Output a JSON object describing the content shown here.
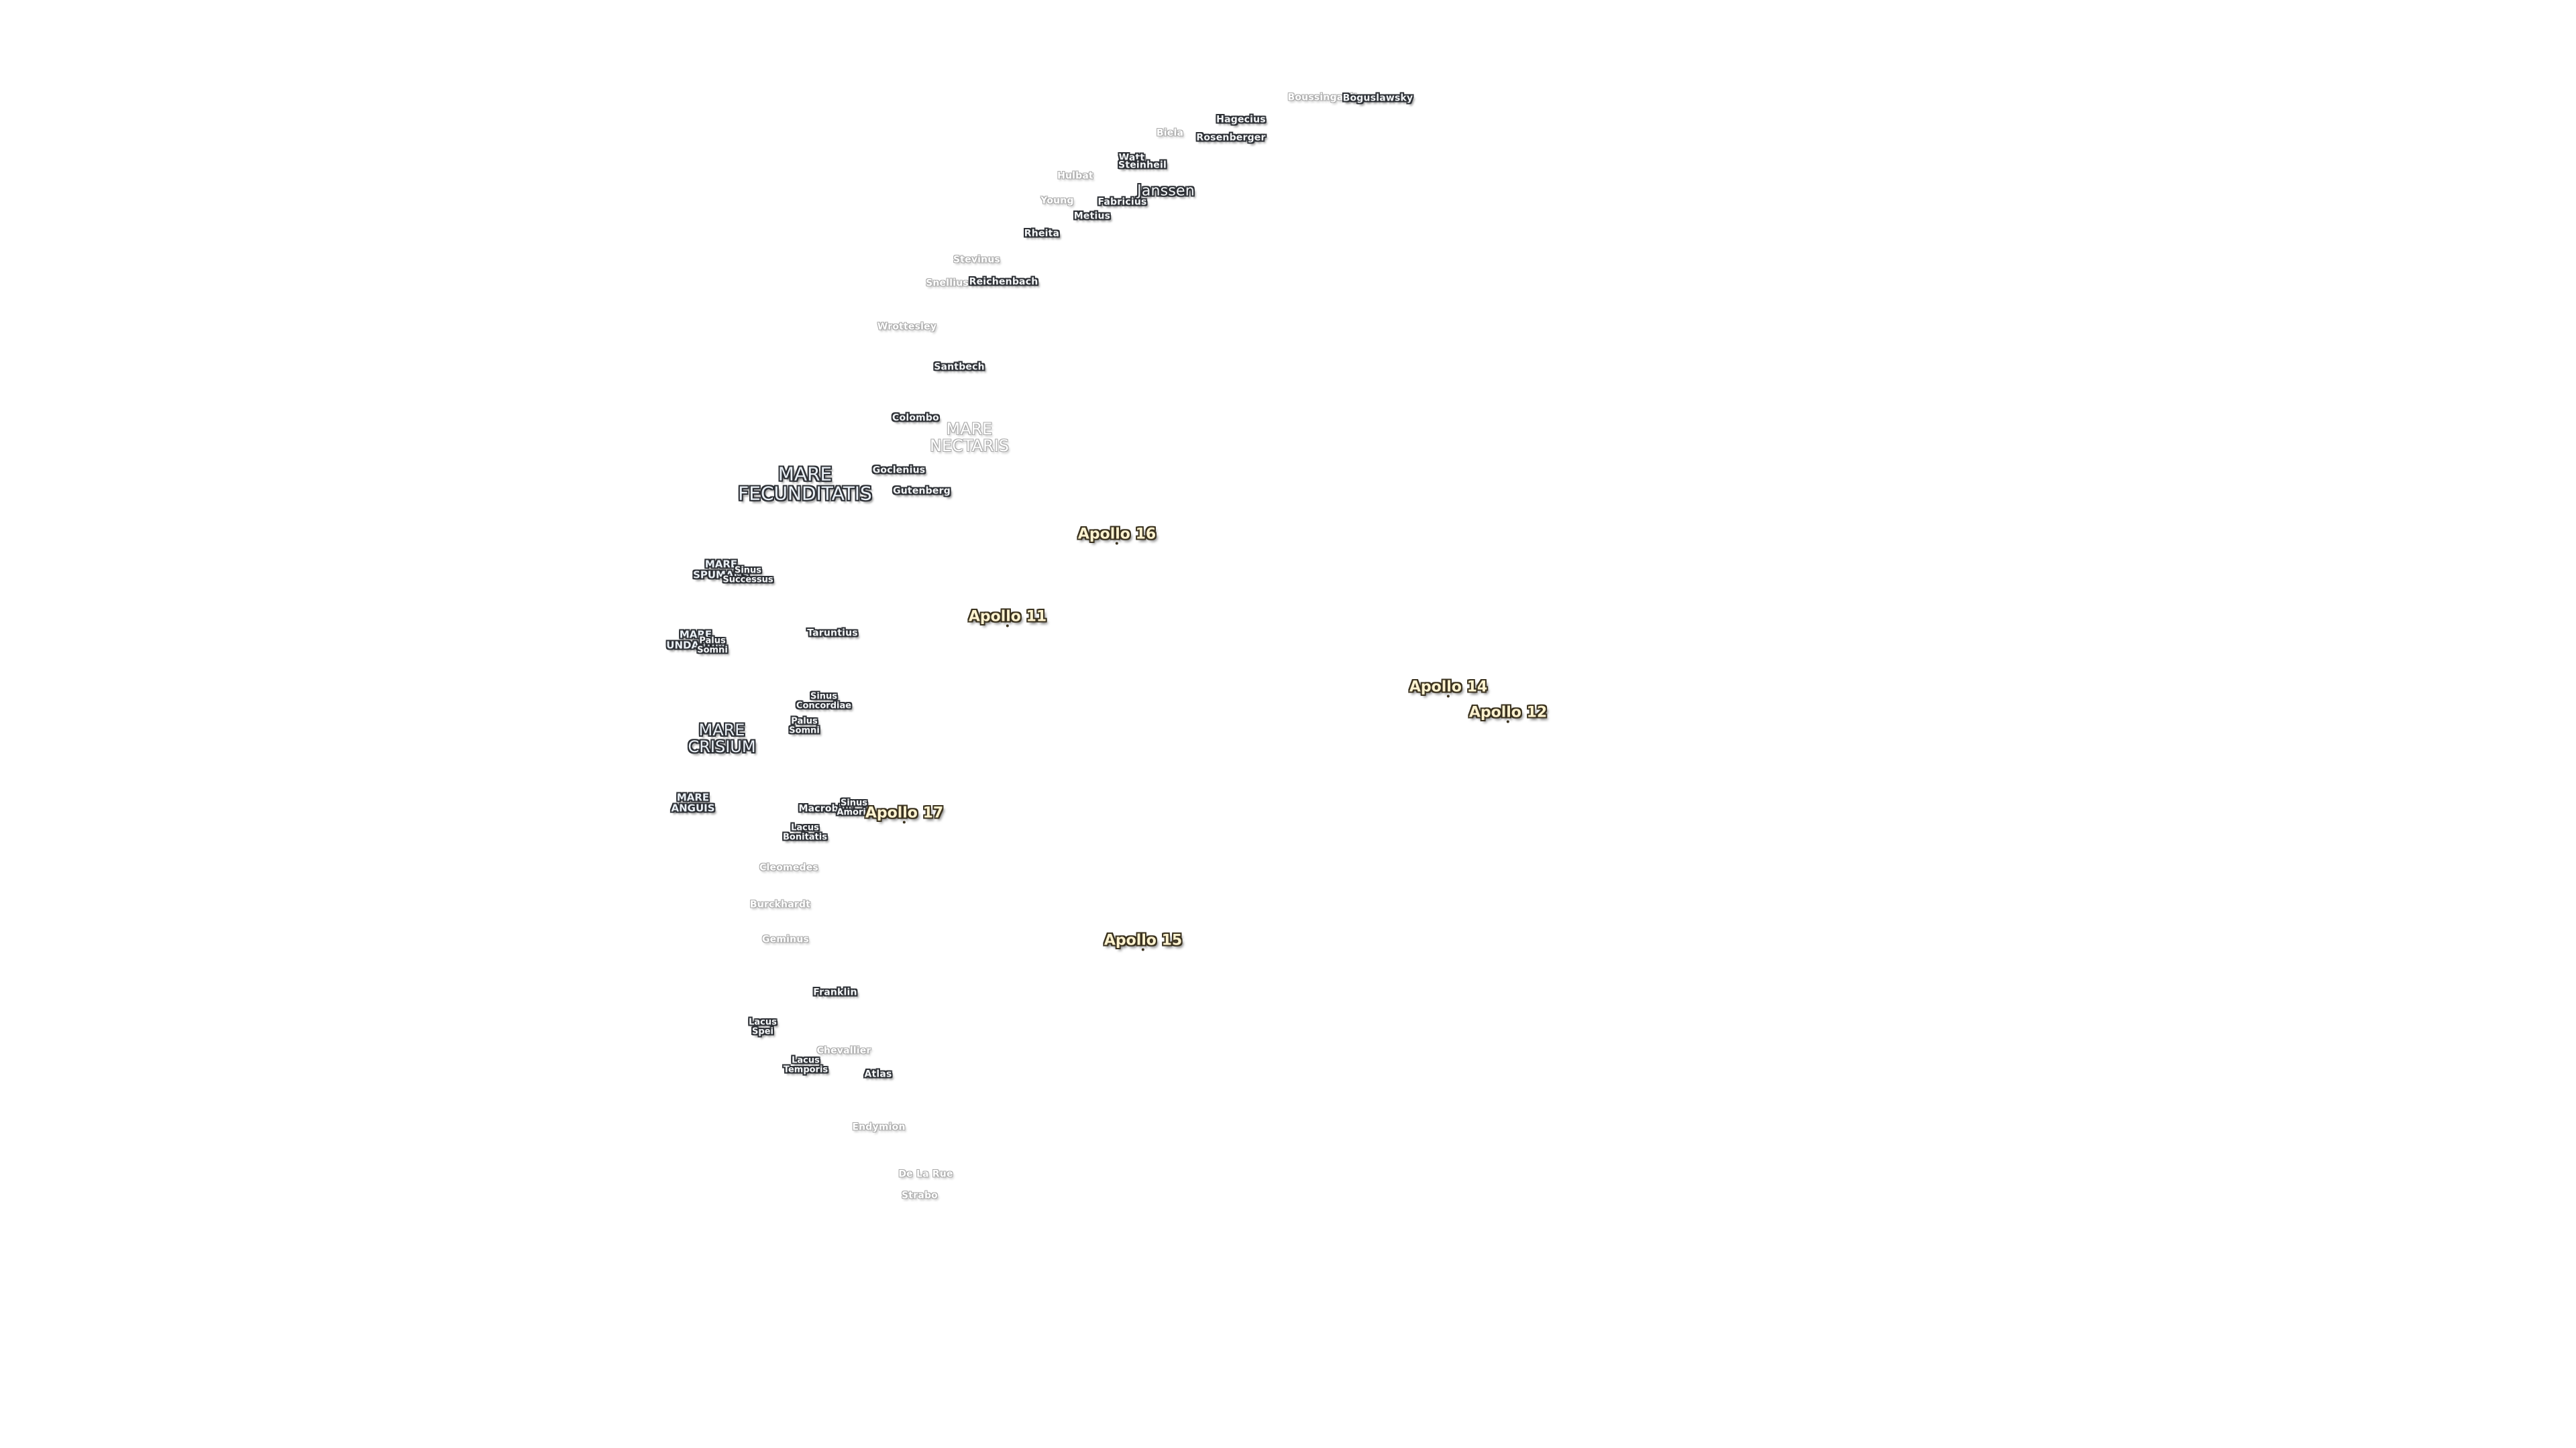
{
  "map": {
    "labels": [
      {
        "text": "Boussingault",
        "kind": "crater faint"
      },
      {
        "text": "Boguslawsky",
        "kind": "crater"
      },
      {
        "text": "Hagecius",
        "kind": "crater"
      },
      {
        "text": "Biela",
        "kind": "crater faint"
      },
      {
        "text": "Rosenberger",
        "kind": "crater"
      },
      {
        "text": "Watt",
        "kind": "crater"
      },
      {
        "text": "Steinheil",
        "kind": "crater"
      },
      {
        "text": "Janssen",
        "kind": "crater big"
      },
      {
        "text": "Hulbat",
        "kind": "crater faint"
      },
      {
        "text": "Young",
        "kind": "crater faint"
      },
      {
        "text": "Fabricius",
        "kind": "crater"
      },
      {
        "text": "Metius",
        "kind": "crater"
      },
      {
        "text": "Rheita",
        "kind": "crater"
      },
      {
        "text": "Stevinus",
        "kind": "crater faint"
      },
      {
        "text": "Snellius",
        "kind": "crater faint"
      },
      {
        "text": "Reichenbach",
        "kind": "crater"
      },
      {
        "text": "Wrottesley",
        "kind": "crater faint"
      },
      {
        "text": "Santbech",
        "kind": "crater"
      },
      {
        "text": "Colombo",
        "kind": "crater"
      },
      {
        "text": "MARE\nNECTARIS",
        "kind": "mare faint"
      },
      {
        "text": "Goclenius",
        "kind": "crater"
      },
      {
        "text": "Gutenberg",
        "kind": "crater"
      },
      {
        "text": "MARE\nFECUNDITATIS",
        "kind": "mare large"
      },
      {
        "text": "Apollo 16",
        "kind": "apollo"
      },
      {
        "text": "MARE\nSPUMANS",
        "kind": "mare small"
      },
      {
        "text": "Sinus\nSuccessus",
        "kind": "feat"
      },
      {
        "text": "Apollo 11",
        "kind": "apollo"
      },
      {
        "text": "MARE\nUNDARUM",
        "kind": "mare small"
      },
      {
        "text": "Palus\nSomni",
        "kind": "feat"
      },
      {
        "text": "Taruntius",
        "kind": "crater"
      },
      {
        "text": "Sinus\nConcordiae",
        "kind": "feat"
      },
      {
        "text": "Apollo 14",
        "kind": "apollo"
      },
      {
        "text": "Apollo 12",
        "kind": "apollo"
      },
      {
        "text": "Palus\nSomni",
        "kind": "feat"
      },
      {
        "text": "MARE\nCRISIUM",
        "kind": "mare"
      },
      {
        "text": "MARE\nANGUIS",
        "kind": "mare small"
      },
      {
        "text": "Macrobius",
        "kind": "crater"
      },
      {
        "text": "Sinus\nAmoris",
        "kind": "feat"
      },
      {
        "text": "Apollo 17",
        "kind": "apollo"
      },
      {
        "text": "Lacus\nBonitatis",
        "kind": "feat"
      },
      {
        "text": "Cleomedes",
        "kind": "crater faint"
      },
      {
        "text": "Burckhardt",
        "kind": "crater faint"
      },
      {
        "text": "Geminus",
        "kind": "crater faint"
      },
      {
        "text": "Apollo 15",
        "kind": "apollo"
      },
      {
        "text": "Franklin",
        "kind": "crater"
      },
      {
        "text": "Lacus\nSpei",
        "kind": "feat"
      },
      {
        "text": "Chevallier",
        "kind": "crater faint"
      },
      {
        "text": "Lacus\nTemporis",
        "kind": "feat"
      },
      {
        "text": "Atlas",
        "kind": "crater"
      },
      {
        "text": "Endymion",
        "kind": "crater faint"
      },
      {
        "text": "De La Rue",
        "kind": "crater faint"
      },
      {
        "text": "Strabo",
        "kind": "crater faint"
      }
    ]
  }
}
